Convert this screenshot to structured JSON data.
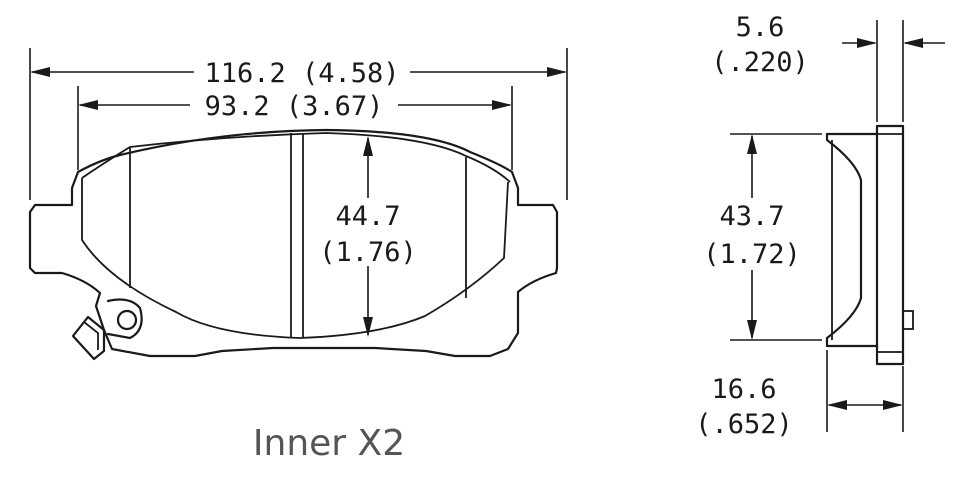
{
  "front_view": {
    "overall_width": "116.2 (4.58)",
    "inner_width": "93.2 (3.67)",
    "height_mm": "44.7",
    "height_in": "(1.76)",
    "caption": "Inner X2"
  },
  "side_view": {
    "backing_thickness_mm": "5.6",
    "backing_thickness_in": "(.220)",
    "height_mm": "43.7",
    "height_in": "(1.72)",
    "total_thickness_mm": "16.6",
    "total_thickness_in": "(.652)"
  }
}
